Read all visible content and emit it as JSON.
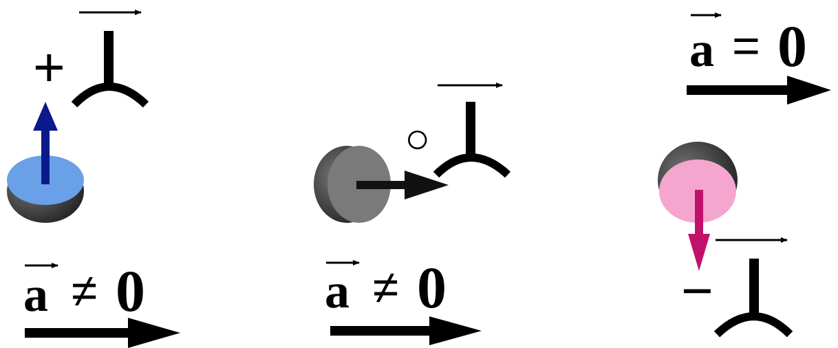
{
  "panels": [
    {
      "id": "left",
      "charge_sign": "+",
      "accel_label": {
        "vector": "a",
        "relation": "≠",
        "value": "0"
      },
      "disk_color": "#6aa0e8",
      "spin_arrow_color": "#0b1a8a",
      "spin_direction": "up"
    },
    {
      "id": "middle",
      "charge_sign": "○",
      "accel_label": {
        "vector": "a",
        "relation": "≠",
        "value": "0"
      },
      "disk_color": "#7a7a7a",
      "spin_arrow_color": "#111111",
      "spin_direction": "right"
    },
    {
      "id": "right",
      "charge_sign": "−",
      "accel_label": {
        "vector": "a",
        "relation": "=",
        "value": "0"
      },
      "disk_color": "#f4a6cf",
      "spin_arrow_color": "#c0126a",
      "spin_direction": "down"
    }
  ]
}
